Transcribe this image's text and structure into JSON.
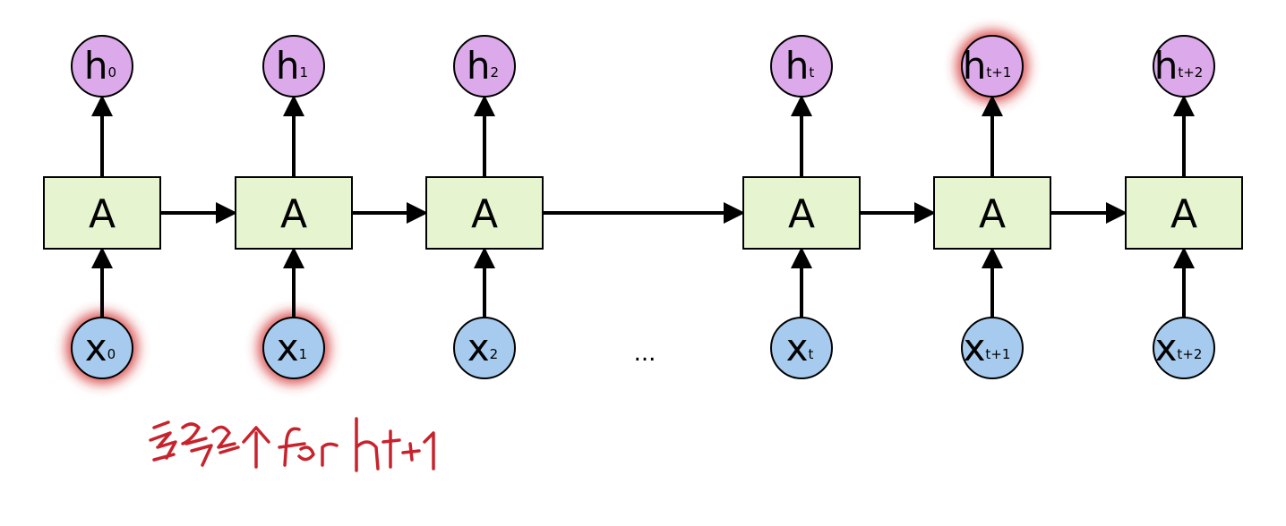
{
  "colors": {
    "cell_fill": "#e6f5d0",
    "output_fill": "#dcaaea",
    "input_fill": "#a6cbee",
    "highlight": "#d32f2f",
    "annotation": "#c8232c"
  },
  "diagram": {
    "steps": [
      {
        "cell": "A",
        "output": {
          "main": "h",
          "sub": "0"
        },
        "input": {
          "main": "x",
          "sub": "0"
        },
        "input_highlighted": true,
        "output_highlighted": false
      },
      {
        "cell": "A",
        "output": {
          "main": "h",
          "sub": "1"
        },
        "input": {
          "main": "x",
          "sub": "1"
        },
        "input_highlighted": true,
        "output_highlighted": false
      },
      {
        "cell": "A",
        "output": {
          "main": "h",
          "sub": "2"
        },
        "input": {
          "main": "x",
          "sub": "2"
        },
        "input_highlighted": false,
        "output_highlighted": false
      },
      {
        "cell": "A",
        "output": {
          "main": "h",
          "sub": "t"
        },
        "input": {
          "main": "x",
          "sub": "t"
        },
        "input_highlighted": false,
        "output_highlighted": false
      },
      {
        "cell": "A",
        "output": {
          "main": "h",
          "sub": "t+1"
        },
        "input": {
          "main": "x",
          "sub": "t+1"
        },
        "input_highlighted": false,
        "output_highlighted": true
      },
      {
        "cell": "A",
        "output": {
          "main": "h",
          "sub": "t+2"
        },
        "input": {
          "main": "x",
          "sub": "t+2"
        },
        "input_highlighted": false,
        "output_highlighted": false
      }
    ],
    "gap_label": "..."
  },
  "annotation": {
    "handwritten_text": "多个 for ht+1"
  }
}
